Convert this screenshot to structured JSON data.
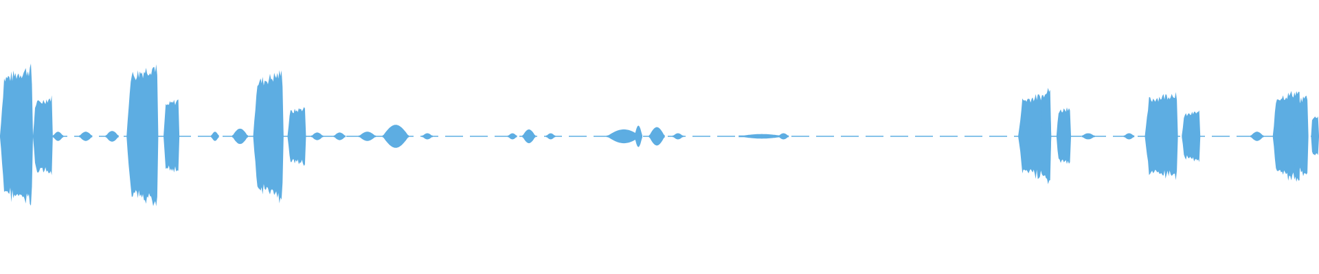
{
  "waveform": {
    "color": "#5dade2",
    "background": "#ffffff",
    "baseline_style": "dashed",
    "segments": [
      {
        "start": 0.0,
        "end": 0.025,
        "amp": 0.88,
        "shape": "burst"
      },
      {
        "start": 0.025,
        "end": 0.04,
        "amp": 0.5,
        "shape": "burst"
      },
      {
        "start": 0.04,
        "end": 0.048,
        "amp": 0.06,
        "shape": "blob"
      },
      {
        "start": 0.06,
        "end": 0.07,
        "amp": 0.06,
        "shape": "blob"
      },
      {
        "start": 0.08,
        "end": 0.09,
        "amp": 0.07,
        "shape": "blob"
      },
      {
        "start": 0.096,
        "end": 0.12,
        "amp": 0.92,
        "shape": "burst"
      },
      {
        "start": 0.124,
        "end": 0.136,
        "amp": 0.47,
        "shape": "burst"
      },
      {
        "start": 0.16,
        "end": 0.166,
        "amp": 0.06,
        "shape": "blob"
      },
      {
        "start": 0.176,
        "end": 0.188,
        "amp": 0.1,
        "shape": "blob"
      },
      {
        "start": 0.192,
        "end": 0.215,
        "amp": 0.82,
        "shape": "burst"
      },
      {
        "start": 0.218,
        "end": 0.232,
        "amp": 0.37,
        "shape": "burst"
      },
      {
        "start": 0.236,
        "end": 0.245,
        "amp": 0.05,
        "shape": "blob"
      },
      {
        "start": 0.253,
        "end": 0.262,
        "amp": 0.05,
        "shape": "blob"
      },
      {
        "start": 0.272,
        "end": 0.285,
        "amp": 0.06,
        "shape": "blob"
      },
      {
        "start": 0.29,
        "end": 0.31,
        "amp": 0.15,
        "shape": "blob"
      },
      {
        "start": 0.32,
        "end": 0.328,
        "amp": 0.04,
        "shape": "blob"
      },
      {
        "start": 0.385,
        "end": 0.392,
        "amp": 0.04,
        "shape": "blob"
      },
      {
        "start": 0.396,
        "end": 0.406,
        "amp": 0.09,
        "shape": "blob"
      },
      {
        "start": 0.414,
        "end": 0.421,
        "amp": 0.04,
        "shape": "blob"
      },
      {
        "start": 0.46,
        "end": 0.486,
        "amp": 0.09,
        "shape": "blob"
      },
      {
        "start": 0.481,
        "end": 0.487,
        "amp": 0.14,
        "shape": "blob"
      },
      {
        "start": 0.492,
        "end": 0.504,
        "amp": 0.12,
        "shape": "blob"
      },
      {
        "start": 0.51,
        "end": 0.518,
        "amp": 0.04,
        "shape": "blob"
      },
      {
        "start": 0.56,
        "end": 0.595,
        "amp": 0.03,
        "shape": "blob"
      },
      {
        "start": 0.59,
        "end": 0.598,
        "amp": 0.04,
        "shape": "blob"
      },
      {
        "start": 0.772,
        "end": 0.797,
        "amp": 0.55,
        "shape": "burst"
      },
      {
        "start": 0.789,
        "end": 0.797,
        "amp": 0.62,
        "shape": "burst"
      },
      {
        "start": 0.801,
        "end": 0.812,
        "amp": 0.38,
        "shape": "burst"
      },
      {
        "start": 0.82,
        "end": 0.83,
        "amp": 0.04,
        "shape": "blob"
      },
      {
        "start": 0.852,
        "end": 0.86,
        "amp": 0.04,
        "shape": "blob"
      },
      {
        "start": 0.868,
        "end": 0.893,
        "amp": 0.56,
        "shape": "burst"
      },
      {
        "start": 0.896,
        "end": 0.91,
        "amp": 0.32,
        "shape": "burst"
      },
      {
        "start": 0.948,
        "end": 0.958,
        "amp": 0.06,
        "shape": "blob"
      },
      {
        "start": 0.965,
        "end": 0.986,
        "amp": 0.58,
        "shape": "burst"
      },
      {
        "start": 0.98,
        "end": 0.992,
        "amp": 0.52,
        "shape": "burst"
      },
      {
        "start": 0.994,
        "end": 1.0,
        "amp": 0.27,
        "shape": "burst"
      }
    ]
  }
}
